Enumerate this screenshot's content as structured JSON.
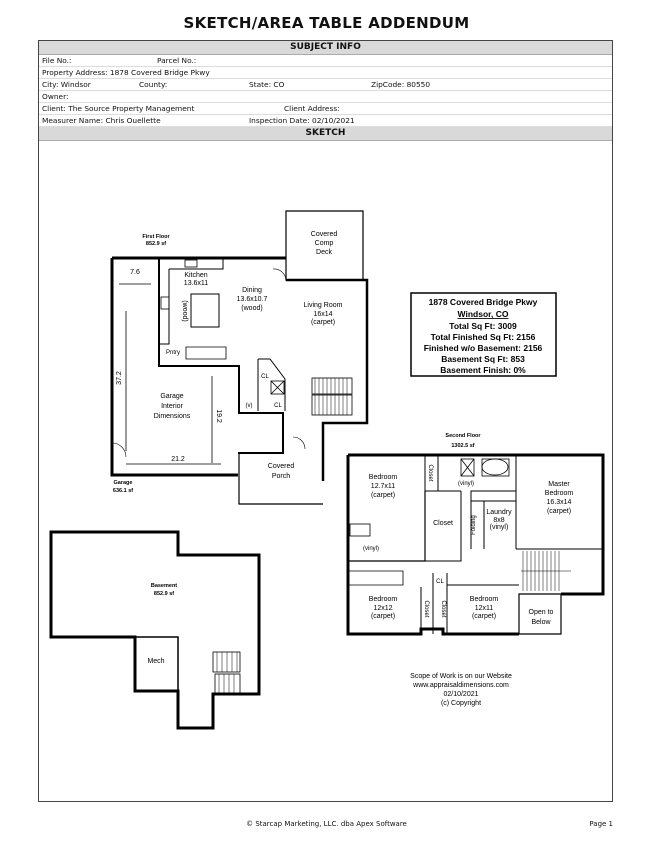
{
  "page_title": "SKETCH/AREA TABLE ADDENDUM",
  "subject_info": {
    "header": "SUBJECT INFO",
    "file_no": "File No.:",
    "parcel_no": "Parcel No.:",
    "property_address": "Property Address: 1878 Covered Bridge Pkwy",
    "city": "City: Windsor",
    "county": "County:",
    "state": "State: CO",
    "zipcode": "ZipCode: 80550",
    "owner": "Owner:",
    "client": "Client: The Source Property Management",
    "client_address": "Client Address:",
    "measurer": "Measurer Name: Chris Ouellette",
    "inspection_date": "Inspection Date: 02/10/2021"
  },
  "sketch": {
    "header": "SKETCH",
    "first_floor": {
      "label": "First Floor",
      "area": "852.9 sf"
    },
    "garage": {
      "label": "Garage",
      "area": "636.1 sf",
      "interior": [
        "Garage",
        "Interior",
        "Dimensions"
      ],
      "dim_width": "21.2",
      "dim_depth": "19.2",
      "dim_side": "37.2",
      "dim_top": "7.6"
    },
    "rooms_first": {
      "kitchen": [
        "Kitchen",
        "13.6x11"
      ],
      "kitchen_floor": "(wood)",
      "dining": [
        "Dining",
        "13.6x10.7",
        "(wood)"
      ],
      "living": [
        "Living Room",
        "16x14",
        "(carpet)"
      ],
      "deck": [
        "Covered",
        "Comp",
        "Deck"
      ],
      "porch": [
        "Covered",
        "Porch"
      ],
      "pantry": "Pntry",
      "cl1": "CL",
      "cl2": "CL",
      "v": "(v)"
    },
    "second_floor": {
      "label": "Second Floor",
      "area": "1302.5 sf"
    },
    "rooms_second": {
      "bed1": [
        "Bedroom",
        "12.7x11",
        "(carpet)"
      ],
      "closet_v": "Closet",
      "vinyl_top": "(vinyl)",
      "master": [
        "Master",
        "Bedroom",
        "16.3x14",
        "(carpet)"
      ],
      "closet_mid": "Closet",
      "laundry": [
        "Laundry",
        "8x8",
        "(vinyl)"
      ],
      "folding": "Folding",
      "vinyl_bath": "(vinyl)",
      "cl": "CL",
      "bed2": [
        "Bedroom",
        "12x12",
        "(carpet)"
      ],
      "closet_a": "Closet",
      "closet_b": "Closet",
      "bed3": [
        "Bedroom",
        "12x11",
        "(carpet)"
      ],
      "open_below": [
        "Open to",
        "Below"
      ]
    },
    "basement": {
      "label": "Basement",
      "area": "852.9 sf",
      "mech": "Mech"
    },
    "summary": {
      "address": "1878 Covered Bridge Pkwy",
      "city": "Windsor, CO",
      "total": "Total Sq Ft: 3009",
      "finished": "Total Finished Sq Ft: 2156",
      "finished_wo_basement": "Finished w/o Basement: 2156",
      "basement_sqft": "Basement Sq Ft: 853",
      "basement_finish": "Basement Finish: 0%"
    },
    "notes": [
      "Scope of Work is on our Website",
      "www.appraisaldimensions.com",
      "02/10/2021",
      "(c) Copyright"
    ]
  },
  "footer": {
    "copyright": "© Starcap Marketing, LLC. dba Apex Software",
    "page": "Page 1"
  }
}
